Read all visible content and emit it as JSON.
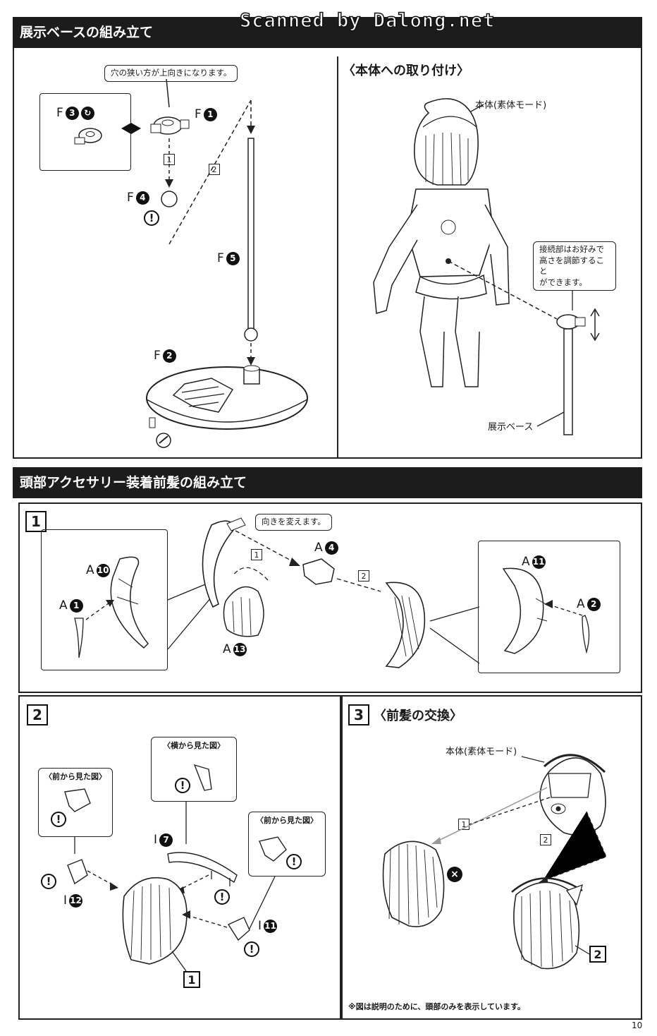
{
  "watermark": "Scanned by Dalong.net",
  "section1": {
    "title": "展示ベースの組み立て",
    "callout_hole": "穴の狭い方が上向きになります。",
    "right_title": "〈本体への取り付け〉",
    "body_label": "本体(素体モード)",
    "adjust_note": [
      "接続部はお好みで",
      "高さを調節すること",
      "ができます。"
    ],
    "base_label": "展示ベース",
    "parts": {
      "f3": {
        "letter": "F",
        "num": "3"
      },
      "f1": {
        "letter": "F",
        "num": "1"
      },
      "f4": {
        "letter": "F",
        "num": "4"
      },
      "f5": {
        "letter": "F",
        "num": "5"
      },
      "f2": {
        "letter": "F",
        "num": "2"
      }
    },
    "seq": [
      "1",
      "2"
    ]
  },
  "section2": {
    "title": "頭部アクセサリー装着前髪の組み立て",
    "step1": {
      "num": "1",
      "callout": "向きを変えます。",
      "parts": {
        "a10": {
          "letter": "A",
          "num": "10"
        },
        "a1": {
          "letter": "A",
          "num": "1"
        },
        "a4": {
          "letter": "A",
          "num": "4"
        },
        "a13": {
          "letter": "A",
          "num": "13"
        },
        "a11": {
          "letter": "A",
          "num": "11"
        },
        "a2": {
          "letter": "A",
          "num": "2"
        }
      },
      "seq": [
        "1",
        "2"
      ]
    },
    "step2": {
      "num": "2",
      "view_side": "〈横から見た図〉",
      "view_front_left": "〈前から見た図〉",
      "view_front_right": "〈前から見た図〉",
      "parts": {
        "i7": {
          "letter": "I",
          "num": "7"
        },
        "i12": {
          "letter": "I",
          "num": "12"
        },
        "i11": {
          "letter": "I",
          "num": "11"
        }
      },
      "ref": "1"
    },
    "step3": {
      "num": "3",
      "title": "〈前髪の交換〉",
      "body_label": "本体(素体モード)",
      "seq": [
        "1",
        "2"
      ],
      "ref": "2",
      "note": "※図は説明のために、頭部のみを表示しています。"
    }
  },
  "page_number": "10",
  "icons": {
    "warning": "!",
    "remove": "×",
    "spin_icon": "↻"
  }
}
